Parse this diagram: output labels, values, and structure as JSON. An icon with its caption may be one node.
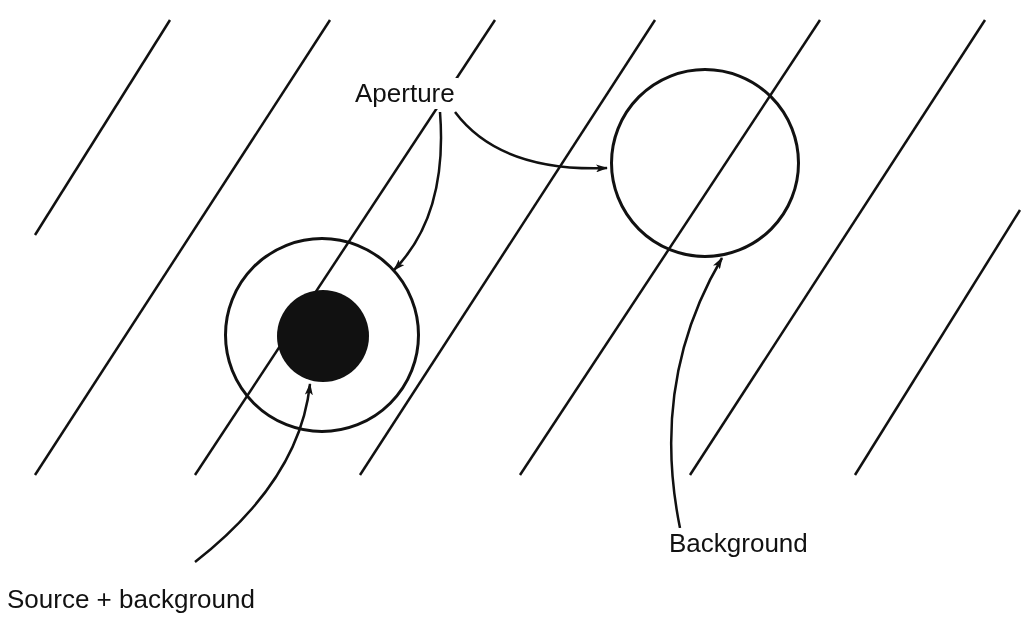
{
  "diagram": {
    "nodes": [
      {
        "text": [
          "Aperture"
        ]
      },
      {
        "text": [],
        "shape": "circle"
      },
      {
        "text": [],
        "shape": "circle",
        "in": 1
      },
      {
        "text": [],
        "shape": "circle"
      },
      {
        "text": [
          "Background"
        ]
      },
      {
        "text": [
          "Source + background"
        ]
      }
    ],
    "edges": [
      {
        "from": 0,
        "to": 3,
        "arrow": "to"
      },
      {
        "from": 0,
        "to": 1,
        "arrow": "to"
      },
      {
        "from": 4,
        "to": 3,
        "arrow": "to"
      },
      {
        "from": 5,
        "to": 2,
        "arrow": "to"
      }
    ]
  }
}
